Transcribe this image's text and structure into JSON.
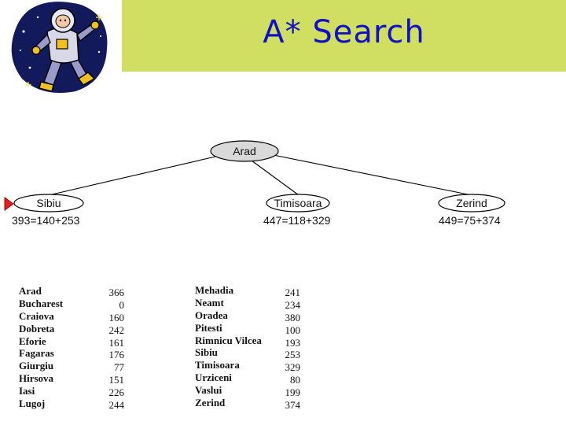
{
  "slide": {
    "title": "A* Search"
  },
  "mascot": {
    "icon": "astronaut-illustration-icon"
  },
  "tree": {
    "root": {
      "label": "Arad"
    },
    "children": [
      {
        "label": "Sibiu",
        "cost": "393=140+253",
        "marked": true
      },
      {
        "label": "Timisoara",
        "cost": "447=118+329",
        "marked": false
      },
      {
        "label": "Zerind",
        "cost": "449=75+374",
        "marked": false
      }
    ],
    "marker_icon": "red-triangle-pointer-icon"
  },
  "heuristic_table": {
    "left": [
      {
        "city": "Arad",
        "value": "366"
      },
      {
        "city": "Bucharest",
        "value": "0"
      },
      {
        "city": "Craiova",
        "value": "160"
      },
      {
        "city": "Dobreta",
        "value": "242"
      },
      {
        "city": "Eforie",
        "value": "161"
      },
      {
        "city": "Fagaras",
        "value": "176"
      },
      {
        "city": "Giurgiu",
        "value": "77"
      },
      {
        "city": "Hirsova",
        "value": "151"
      },
      {
        "city": "Iasi",
        "value": "226"
      },
      {
        "city": "Lugoj",
        "value": "244"
      }
    ],
    "right": [
      {
        "city": "Mehadia",
        "value": "241"
      },
      {
        "city": "Neamt",
        "value": "234"
      },
      {
        "city": "Oradea",
        "value": "380"
      },
      {
        "city": "Pitesti",
        "value": "100"
      },
      {
        "city": "Rimnicu Vilcea",
        "value": "193"
      },
      {
        "city": "Sibiu",
        "value": "253"
      },
      {
        "city": "Timisoara",
        "value": "329"
      },
      {
        "city": "Urziceni",
        "value": "80"
      },
      {
        "city": "Vaslui",
        "value": "199"
      },
      {
        "city": "Zerind",
        "value": "374"
      }
    ]
  },
  "colors": {
    "title_band": "#d0de62",
    "title_text": "#1010c8",
    "node_fill": "#d9d9d9",
    "marker": "#e02020"
  }
}
